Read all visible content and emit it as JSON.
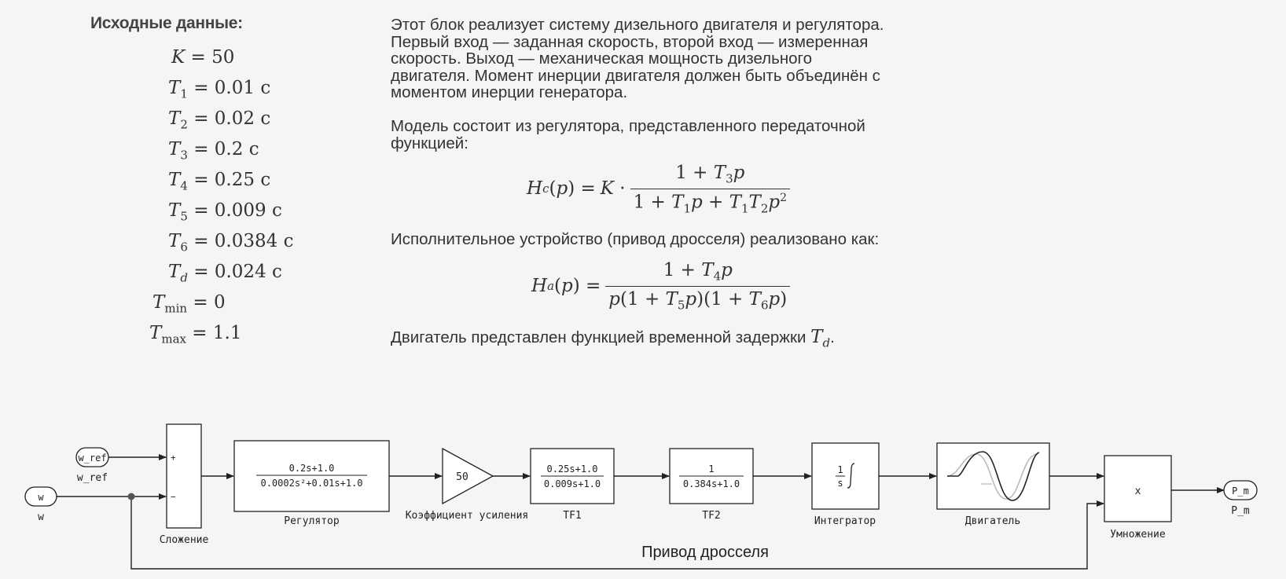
{
  "params": {
    "title": "Исходные данные:",
    "unit": "с",
    "K": "50",
    "T1": "0.01",
    "T2": "0.02",
    "T3": "0.2",
    "T4": "0.25",
    "T5": "0.009",
    "T6": "0.0384",
    "Td": "0.024",
    "Tmin": "0",
    "Tmax": "1.1"
  },
  "description": {
    "p1": [
      "Этот блок реализует систему дизельного двигателя и регулятора.",
      "Первый вход — заданная скорость, второй вход — измеренная",
      "скорость. Выход — механическая мощность дизельного",
      "двигателя. Момент инерции двигателя должен быть объединён с",
      "моментом инерции генератора."
    ],
    "p2": [
      "Модель состоит из регулятора, представленного передаточной",
      "функцией:"
    ],
    "p3": "Исполнительное устройство (привод дросселя) реализовано как:",
    "p4": "Двигатель представлен функцией временной задержки"
  },
  "diagram": {
    "ports": {
      "w_ref": "w_ref",
      "w": "w",
      "P_m": "P_m"
    },
    "sum": {
      "label": "Сложение",
      "plus": "+",
      "minus": "−"
    },
    "regulator": {
      "label": "Регулятор",
      "num": "0.2s+1.0",
      "den": "0.0002s²+0.01s+1.0"
    },
    "gain": {
      "label": "Коэффициент усиления",
      "value": "50"
    },
    "tf1": {
      "label": "TF1",
      "num": "0.25s+1.0",
      "den": "0.009s+1.0"
    },
    "tf2": {
      "label": "TF2",
      "num": "1",
      "den": "0.384s+1.0"
    },
    "integrator": {
      "label": "Интегратор",
      "num": "1",
      "den": "s"
    },
    "engine": {
      "label": "Двигатель"
    },
    "product": {
      "label": "Умножение",
      "symbol": "x"
    },
    "group_label": "Привод дросселя"
  },
  "colors": {
    "background": "#f5f5f5",
    "line": "#222222",
    "block_fill": "#ffffff"
  }
}
